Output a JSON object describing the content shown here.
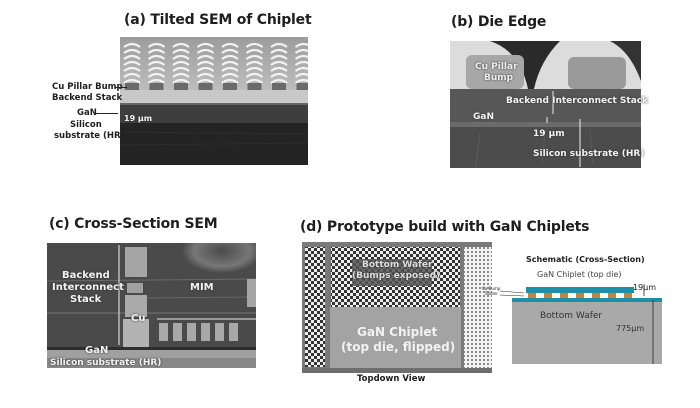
{
  "panels": {
    "a": {
      "title": "(a) Tilted SEM of Chiplet",
      "labels": {
        "cu_pillar_bump": "Cu Pillar Bump",
        "backend_stack": "Backend Stack",
        "gan": "GaN",
        "silicon_line1": "Silicon",
        "silicon_line2": "substrate (HR)",
        "thickness": "19 µm"
      }
    },
    "b": {
      "title": "(b) Die Edge",
      "labels": {
        "cu_pillar_line1": "Cu Pillar",
        "cu_pillar_line2": "Bump",
        "backend_interconnect": "Backend Interconnect Stack",
        "gan": "GaN",
        "thickness": "19 µm",
        "silicon": "Silicon substrate (HR)"
      }
    },
    "c": {
      "title": "(c) Cross-Section SEM",
      "labels": {
        "backend_line1": "Backend",
        "backend_line2": "Interconnect",
        "backend_line3": "Stack",
        "mim": "MIM",
        "cu": "Cu",
        "gan": "GaN",
        "silicon": "Silicon substrate (HR)"
      }
    },
    "d": {
      "title": "(d) Prototype build with GaN Chiplets",
      "topdown": {
        "caption": "Topdown View",
        "bottom_wafer_line1": "Bottom Wafer",
        "bottom_wafer_line2": "(Bumps exposed)",
        "chiplet_line1": "GaN Chiplet",
        "chiplet_line2": "(top die, flipped)"
      },
      "schematic": {
        "title": "Schematic (Cross-Section)",
        "chiplet": "GaN Chiplet (top die)",
        "cu_bump": "Cu Bump",
        "solder": "Solder",
        "bottom_wafer": "Bottom Wafer",
        "chiplet_thickness": "19µm",
        "wafer_thickness": "775µm"
      }
    }
  },
  "colors": {
    "chiplet_blue": "#1e8fa8",
    "cu_orange": "#c8823a",
    "wafer_gray": "#a9a9a9"
  }
}
